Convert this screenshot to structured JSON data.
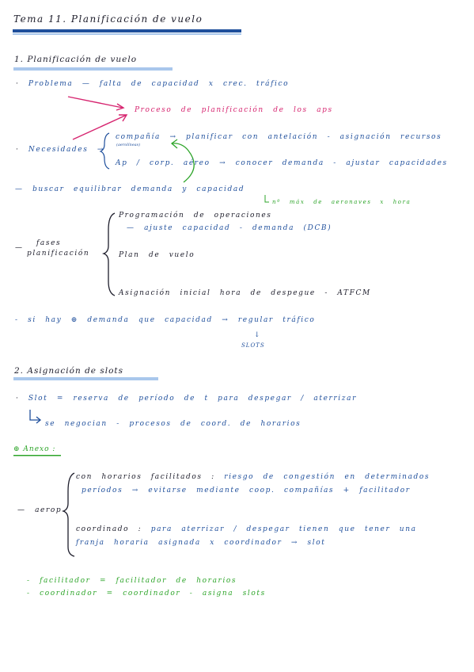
{
  "title": "Tema 11. Planificación de vuelo",
  "section1": {
    "heading": "1. Planificación de vuelo",
    "problema_label": "Problema",
    "problema_text": "falta de capacidad x crec. tráfico",
    "proceso": "Proceso de planificación de los aps",
    "necesidades_label": "Necesidades",
    "compania_label": "compañía",
    "compania_sub": "(aerolíneas)",
    "compania_text": "planificar con antelación - asignación recursos",
    "ap_label": "Ap / corp. aéreo",
    "ap_text": "conocer demanda - ajustar capacidades",
    "equilibrar": "buscar equilibrar demanda y capacidad",
    "max_aeronaves": "nº máx de aeronaves x hora",
    "fases_label_1": "fases",
    "fases_label_2": "planificación",
    "fases": [
      "Programación de operaciones",
      "ajuste capacidad - demanda (DCB)",
      "Plan de vuelo",
      "Asignación inicial hora de despegue - ATFCM"
    ],
    "exceso": "si hay ⊕ demanda que capacidad → regular tráfico",
    "slots_arrow": "↓",
    "slots": "SLOTS"
  },
  "section2": {
    "heading": "2. Asignación de slots",
    "slot_def": "Slot = reserva de período de t para despegar / aterrizar",
    "negocian": "se negocian - procesos de coord. de horarios",
    "anexo": "⊕ Anexo :",
    "aerop_label": "aerop",
    "facilitados_title": "con horarios facilitados :",
    "facilitados_1": "riesgo de congestión en determinados",
    "facilitados_2": "períodos → evitarse mediante coop. compañías + facilitador",
    "coordinado_title": "coordinado :",
    "coordinado_1": "para aterrizar / despegar tienen que tener una",
    "coordinado_2": "franja horaria asignada x coordinador → slot",
    "facilitador_def": "facilitador = facilitador de horarios",
    "coordinador_def": "coordinador = coordinador - asigna slots"
  },
  "colors": {
    "ink_dark": "#1d1d2b",
    "ink_blue": "#1f4f9c",
    "ink_pink": "#d6246f",
    "ink_green": "#2ea52a",
    "underline_blue": "#1f4f9c",
    "highlight_blue": "#a9c7ec"
  }
}
